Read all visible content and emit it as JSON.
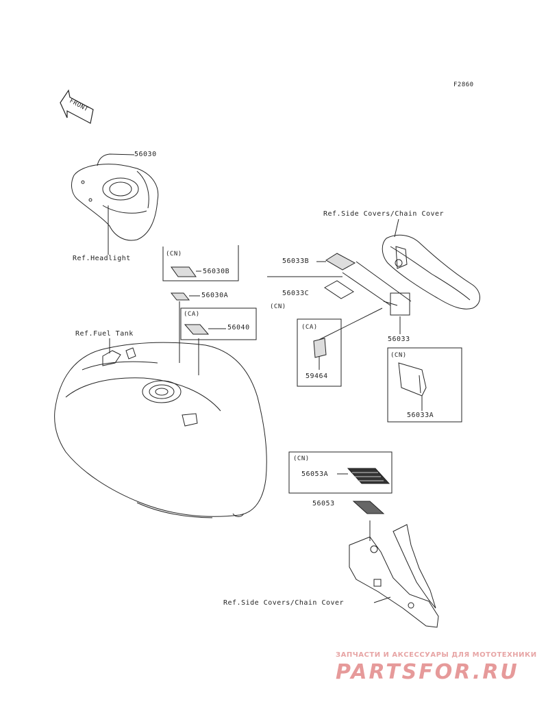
{
  "diagram": {
    "code": "F2860",
    "front_arrow": "FRONT",
    "parts": {
      "p56030": "56030",
      "p56030B": "56030B",
      "p56030A": "56030A",
      "p56040": "56040",
      "p56033B": "56033B",
      "p56033C": "56033C",
      "p56033": "56033",
      "p59464": "59464",
      "p56033A": "56033A",
      "p56053A": "56053A",
      "p56053": "56053"
    },
    "region_tags": {
      "cn_56030b": "(CN)",
      "ca_56040": "(CA)",
      "cn_56033c": "(CN)",
      "ca_59464": "(CA)",
      "cn_56033a": "(CN)",
      "cn_56053a": "(CN)"
    },
    "refs": {
      "headlight": "Ref.Headlight",
      "fuel_tank": "Ref.Fuel Tank",
      "side_covers_top": "Ref.Side Covers/Chain Cover",
      "side_covers_bottom": "Ref.Side Covers/Chain Cover"
    }
  },
  "watermark": {
    "top_line": "ЗАПЧАСТИ И АКСЕССУАРЫ ДЛЯ МОТОТЕХНИКИ",
    "logo": "PARTSFOR.RU",
    "color": "#e69a9a"
  }
}
